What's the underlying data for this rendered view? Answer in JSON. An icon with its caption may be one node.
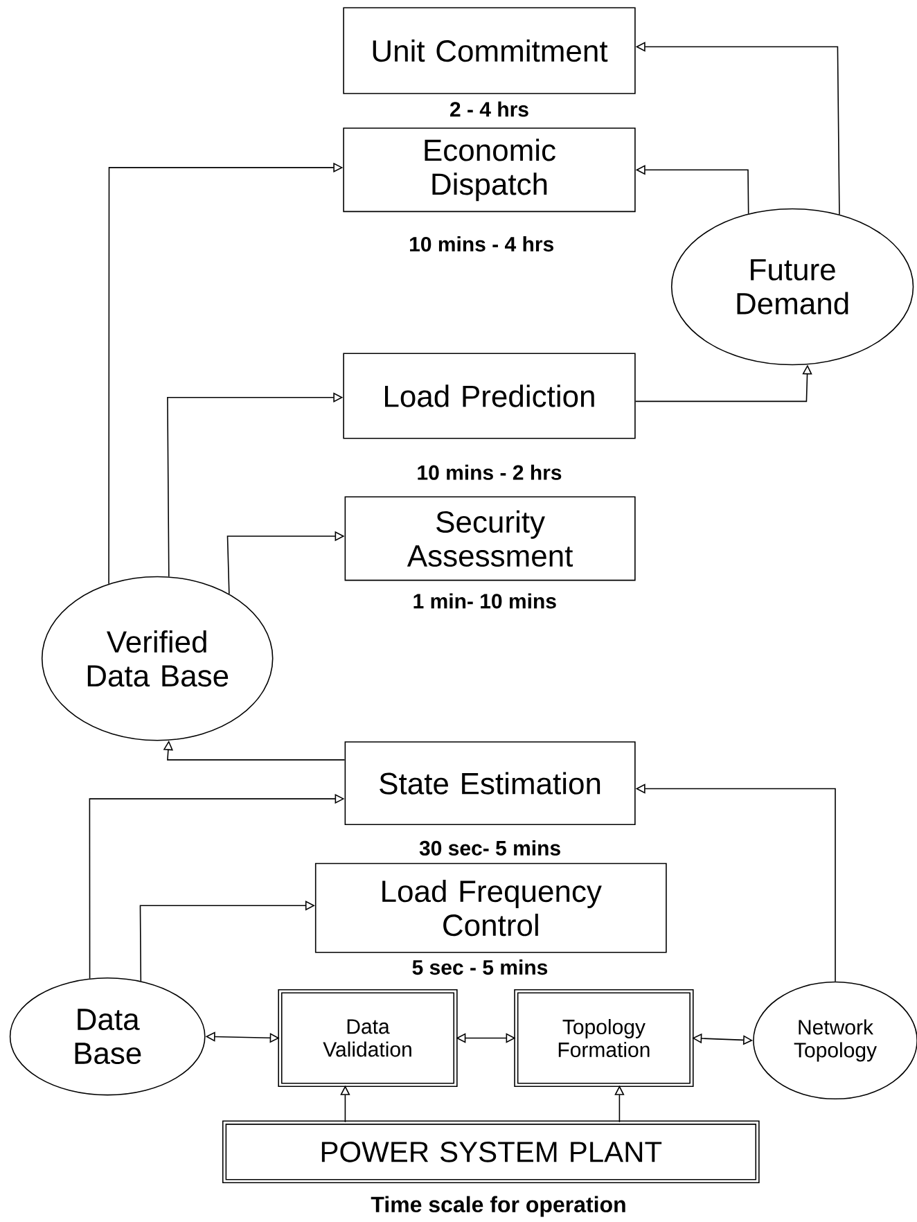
{
  "diagram": {
    "caption": "Time scale for operation",
    "nodes": [
      {
        "text": [
          "Unit Commitment"
        ],
        "beside": [
          "2 - 4 hrs"
        ]
      },
      {
        "text": [
          "Economic Dispatch"
        ],
        "beside": [
          "10 mins - 4 hrs"
        ]
      },
      {
        "text": [
          "Future Demand"
        ]
      },
      {
        "text": [
          "Load Prediction"
        ],
        "beside": [
          "10 mins - 2 hrs"
        ]
      },
      {
        "text": [
          "Security Assessment"
        ],
        "beside": [
          "1 min- 10 mins"
        ]
      },
      {
        "text": [
          "Verified Data Base"
        ]
      },
      {
        "text": [
          "State Estimation"
        ],
        "beside": [
          "30 sec- 5 mins"
        ]
      },
      {
        "text": [
          "Load Frequency Control"
        ],
        "beside": [
          "5 sec - 5 mins"
        ]
      },
      {
        "text": [
          "Data Base"
        ]
      },
      {
        "text": [
          "Data Validation"
        ]
      },
      {
        "text": [
          "Topology Formation"
        ]
      },
      {
        "text": [
          "Network Topology"
        ]
      },
      {
        "text": [
          "POWER SYSTEM PLANT"
        ]
      }
    ],
    "edges": [
      {
        "from": 2,
        "to": 0,
        "arrow": "to"
      },
      {
        "from": 2,
        "to": 1,
        "arrow": "to"
      },
      {
        "from": 3,
        "to": 2,
        "arrow": "to"
      },
      {
        "from": 5,
        "to": 1,
        "arrow": "to"
      },
      {
        "from": 5,
        "to": 3,
        "arrow": "to"
      },
      {
        "from": 5,
        "to": 4,
        "arrow": "to"
      },
      {
        "from": 6,
        "to": 5,
        "arrow": "to"
      },
      {
        "from": 8,
        "to": 6,
        "arrow": "to"
      },
      {
        "from": 8,
        "to": 7,
        "arrow": "to"
      },
      {
        "from": 8,
        "to": 9,
        "arrow": "both"
      },
      {
        "from": 9,
        "to": 10,
        "arrow": "both"
      },
      {
        "from": 10,
        "to": 11,
        "arrow": "both"
      },
      {
        "from": 11,
        "to": 6,
        "arrow": "to"
      },
      {
        "from": 12,
        "to": 9,
        "arrow": "to"
      },
      {
        "from": 12,
        "to": 10,
        "arrow": "to"
      }
    ]
  }
}
